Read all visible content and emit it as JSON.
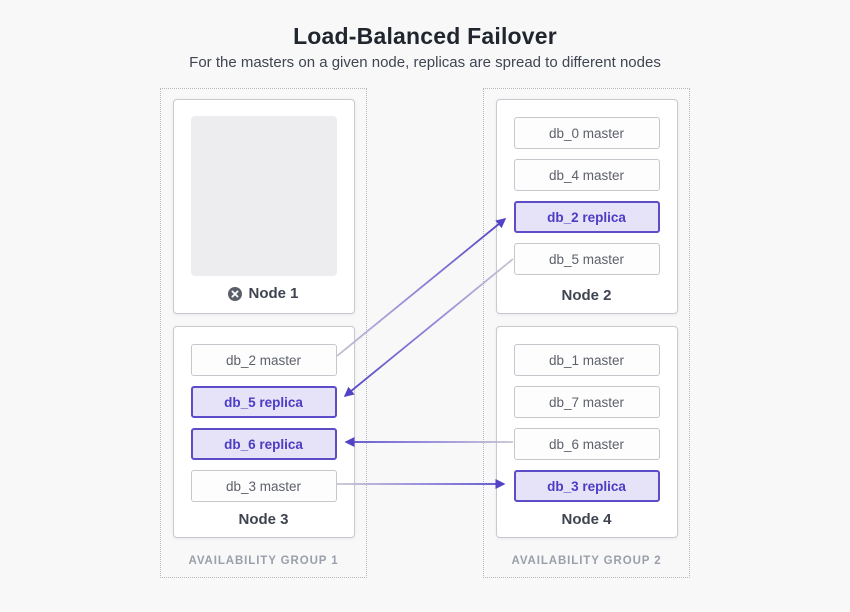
{
  "page": {
    "title": "Load-Balanced Failover",
    "subtitle": "For the masters on a given node, replicas are spread to different nodes"
  },
  "groups": [
    {
      "label": "AVAILABILITY GROUP 1",
      "nodes": [
        {
          "name": "Node 1",
          "status": "failed",
          "dbs": []
        },
        {
          "name": "Node 3",
          "status": "active",
          "dbs": [
            {
              "label": "db_2 master",
              "type": "master"
            },
            {
              "label": "db_5 replica",
              "type": "replica"
            },
            {
              "label": "db_6 replica",
              "type": "replica"
            },
            {
              "label": "db_3 master",
              "type": "master"
            }
          ]
        }
      ]
    },
    {
      "label": "AVAILABILITY GROUP 2",
      "nodes": [
        {
          "name": "Node 2",
          "status": "active",
          "dbs": [
            {
              "label": "db_0 master",
              "type": "master"
            },
            {
              "label": "db_4 master",
              "type": "master"
            },
            {
              "label": "db_2 replica",
              "type": "replica"
            },
            {
              "label": "db_5 master",
              "type": "master"
            }
          ]
        },
        {
          "name": "Node 4",
          "status": "active",
          "dbs": [
            {
              "label": "db_1 master",
              "type": "master"
            },
            {
              "label": "db_7 master",
              "type": "master"
            },
            {
              "label": "db_6 master",
              "type": "master"
            },
            {
              "label": "db_3 replica",
              "type": "replica"
            }
          ]
        }
      ]
    }
  ],
  "arrows": [
    {
      "from": "db_2 master on Node 3",
      "to": "db_2 replica on Node 2"
    },
    {
      "from": "db_5 master on Node 2",
      "to": "db_5 replica on Node 3"
    },
    {
      "from": "db_6 master on Node 4",
      "to": "db_6 replica on Node 3"
    },
    {
      "from": "db_3 master on Node 3",
      "to": "db_3 replica on Node 4"
    }
  ],
  "icons": {
    "failed_node": "x-circle-icon"
  },
  "colors": {
    "accent": "#5243c6",
    "arrow_source": "#c5c5d1",
    "replica_bg": "#e6e2f7",
    "replica_border": "#5c4cc7",
    "replica_text": "#4c3cc4",
    "failed_icon": "#5a5f6a"
  }
}
